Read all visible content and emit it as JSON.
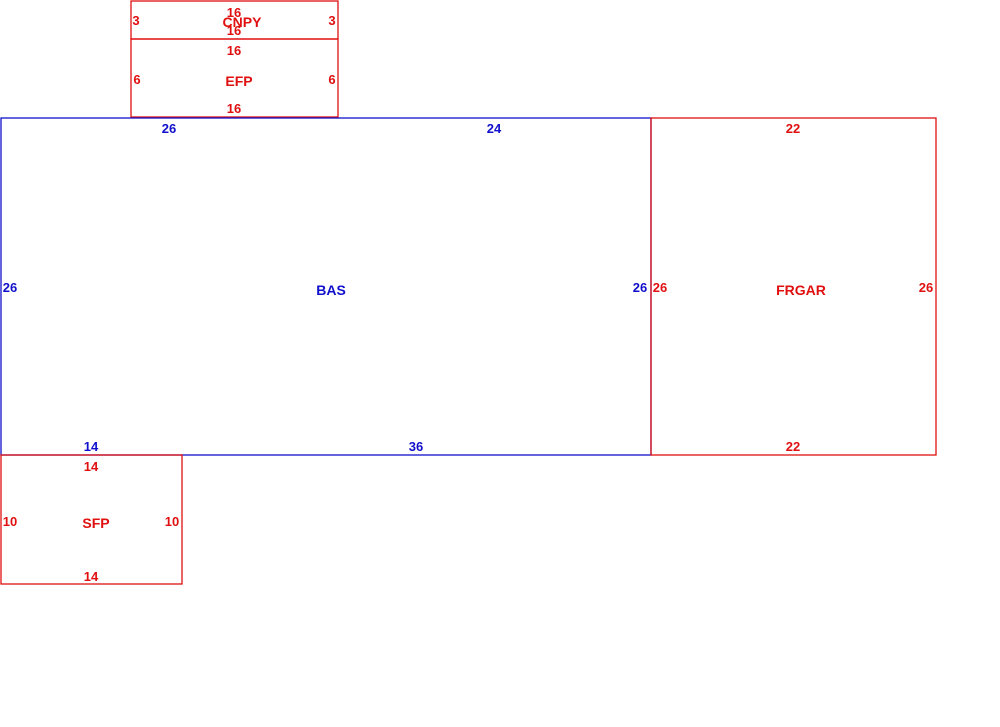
{
  "colors": {
    "outline_red": "#e01010",
    "outline_blue": "#1010cc",
    "background": "#ffffff"
  },
  "areas": {
    "cnpy": {
      "label": "CNPY",
      "dims": {
        "top": "16",
        "top_inner": "16",
        "left": "3",
        "right": "3"
      }
    },
    "efp": {
      "label": "EFP",
      "dims": {
        "top": "16",
        "bottom": "16",
        "left": "6",
        "right": "6"
      }
    },
    "bas": {
      "label": "BAS",
      "dims": {
        "top_left": "26",
        "top_right": "24",
        "left": "26",
        "right": "26",
        "bottom_left": "14",
        "bottom_right": "36"
      }
    },
    "frgar": {
      "label": "FRGAR",
      "dims": {
        "top": "22",
        "bottom": "22",
        "left": "26",
        "right": "26"
      }
    },
    "sfp": {
      "label": "SFP",
      "dims": {
        "top": "14",
        "bottom": "14",
        "left": "10",
        "right": "10"
      }
    }
  }
}
